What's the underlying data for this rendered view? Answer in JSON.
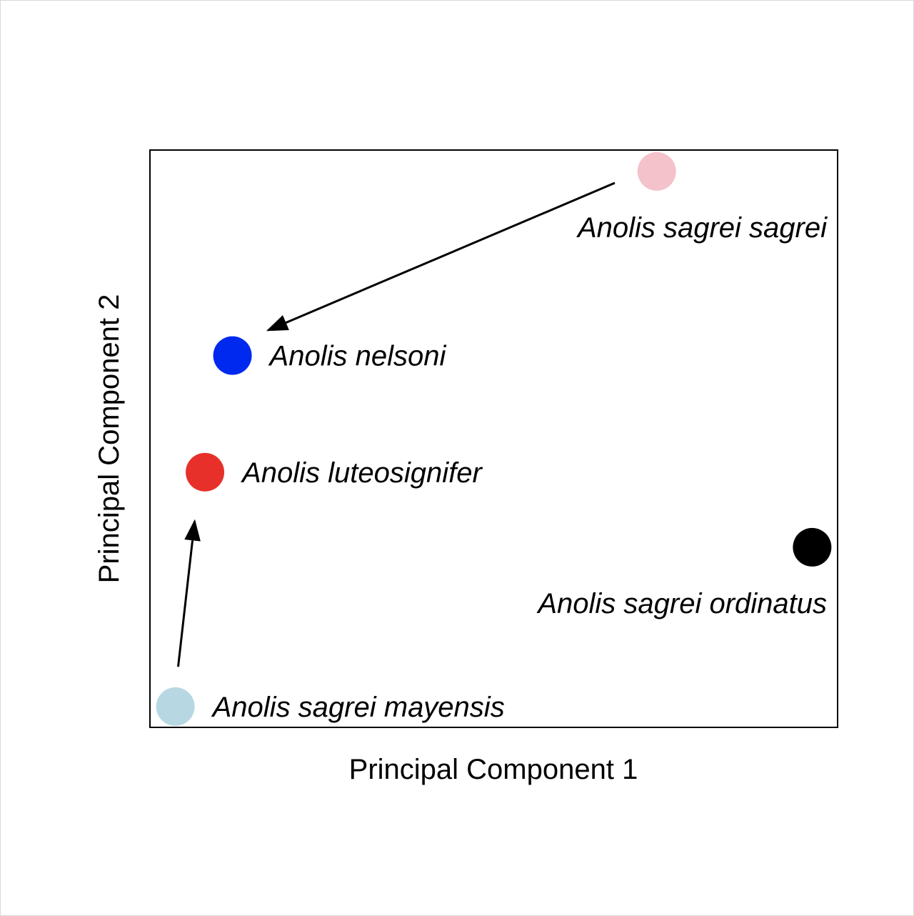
{
  "chart_data": {
    "type": "scatter",
    "title": "",
    "xlabel": "Principal Component 1",
    "ylabel": "Principal Component 2",
    "xlim": [
      0,
      1
    ],
    "ylim": [
      0,
      1
    ],
    "axis_ticks": false,
    "grid": false,
    "legend": "none (points labeled directly)",
    "points": [
      {
        "label": "Anolis sagrei sagrei",
        "x": 0.737,
        "y": 0.963,
        "color": "#f4c2ca",
        "label_side": "below-left"
      },
      {
        "label": "Anolis nelsoni",
        "x": 0.12,
        "y": 0.644,
        "color": "#0029f0",
        "label_side": "right"
      },
      {
        "label": "Anolis luteosignifer",
        "x": 0.08,
        "y": 0.442,
        "color": "#e8302a",
        "label_side": "right"
      },
      {
        "label": "Anolis sagrei ordinatus",
        "x": 0.963,
        "y": 0.312,
        "color": "#000000",
        "label_side": "below-left"
      },
      {
        "label": "Anolis sagrei mayensis",
        "x": 0.037,
        "y": 0.036,
        "color": "#b7d8e3",
        "label_side": "right"
      }
    ],
    "arrows": [
      {
        "from": [
          0.676,
          0.943
        ],
        "to": [
          0.172,
          0.688
        ]
      },
      {
        "from": [
          0.041,
          0.105
        ],
        "to": [
          0.065,
          0.357
        ]
      }
    ]
  }
}
